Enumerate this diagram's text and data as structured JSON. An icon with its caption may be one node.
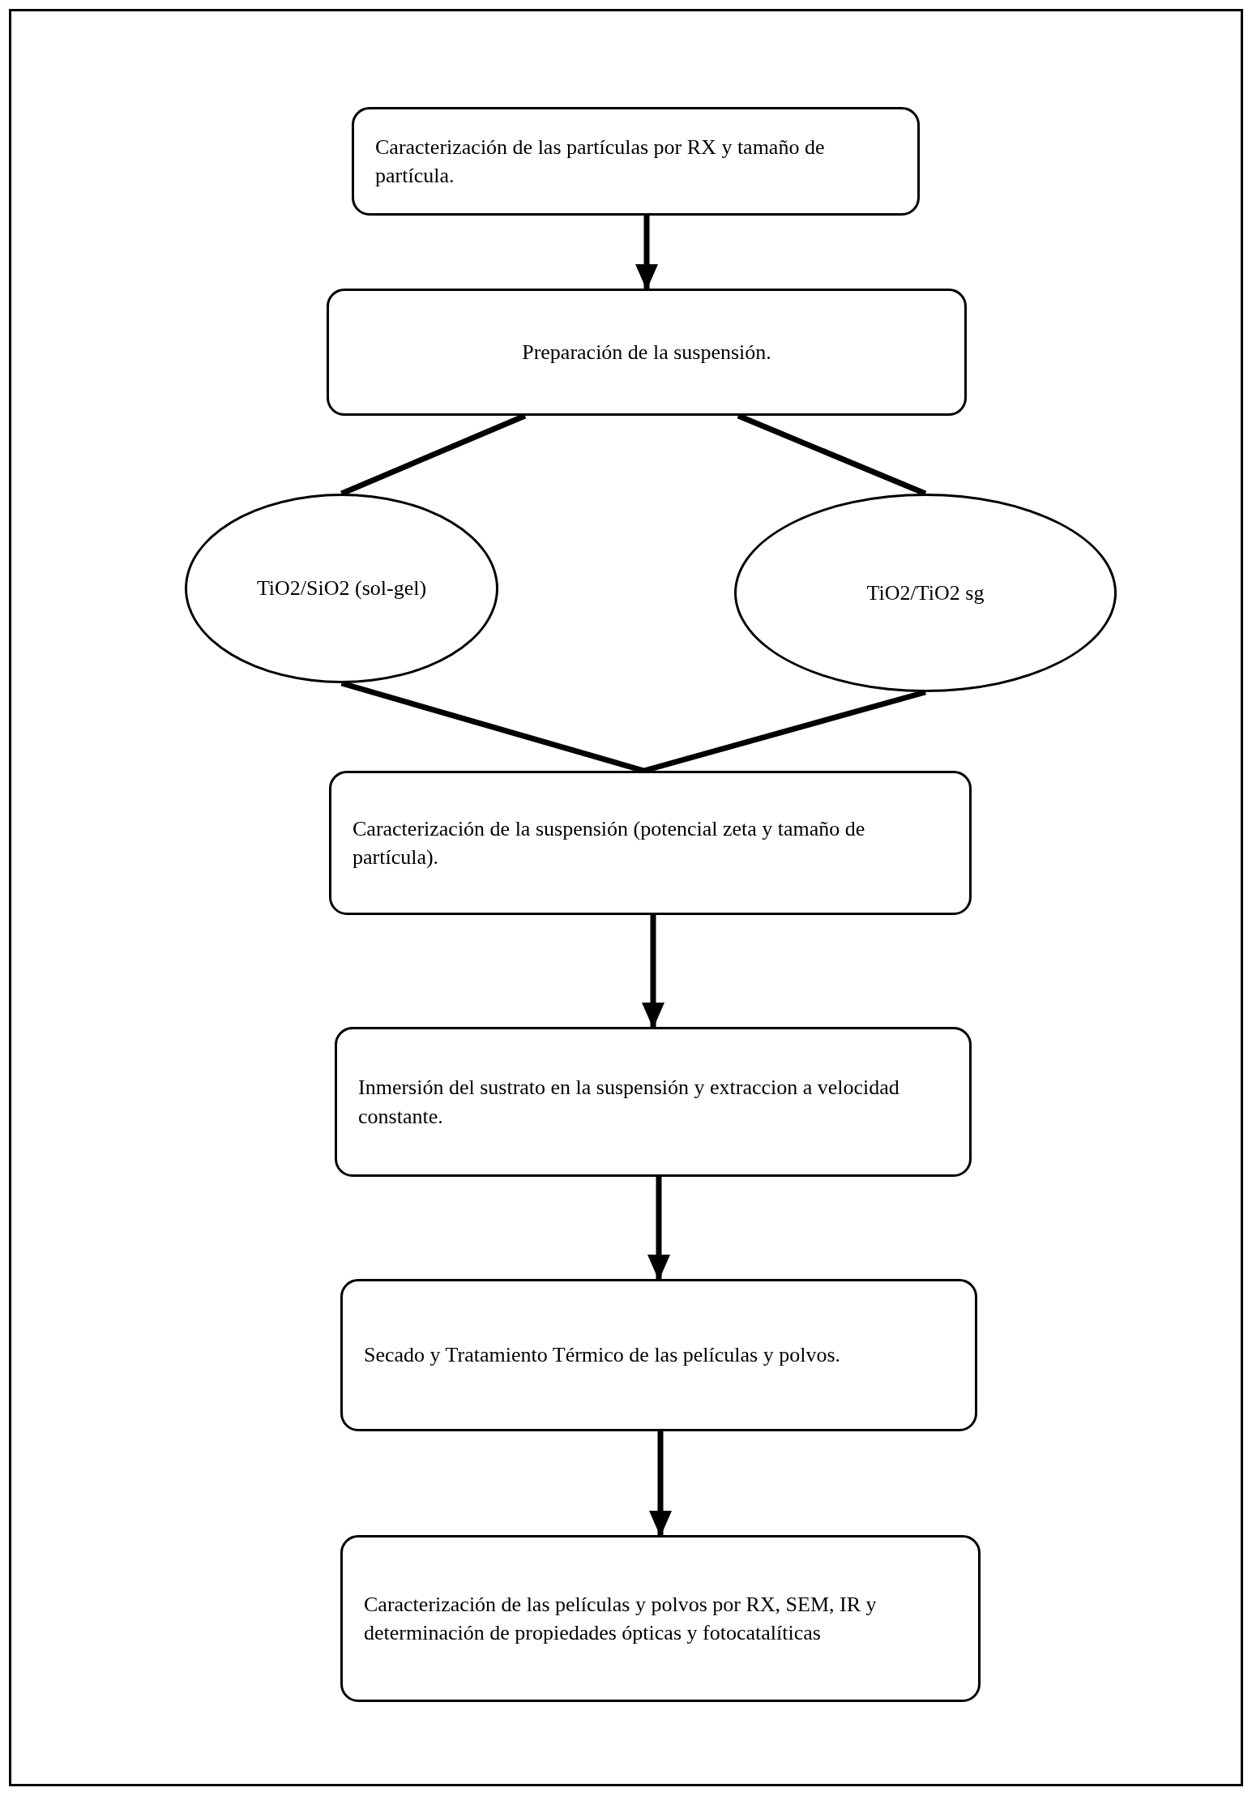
{
  "diagram": {
    "nodes": [
      {
        "text": [
          "Caracterización de las partículas por RX y tamaño de partícula."
        ]
      },
      {
        "text": [
          "Preparación de la suspensión."
        ]
      },
      {
        "text": [
          "TiO2/SiO2 (sol-gel)"
        ]
      },
      {
        "text": [
          "TiO2/TiO2 sg"
        ]
      },
      {
        "text": [
          "Caracterización de la suspensión (potencial zeta y tamaño de partícula)."
        ]
      },
      {
        "text": [
          "Inmersión del sustrato en la suspensión y extraccion a velocidad constante."
        ]
      },
      {
        "text": [
          "Secado y Tratamiento Térmico de las películas y polvos."
        ]
      },
      {
        "text": [
          "Caracterización de las películas y polvos por RX, SEM, IR y determinación de propiedades ópticas y fotocatalíticas"
        ]
      }
    ],
    "edges": [
      {
        "from": 0,
        "to": 1,
        "arrow": "to"
      },
      {
        "from": 1,
        "to": 2,
        "arrow": "none"
      },
      {
        "from": 1,
        "to": 3,
        "arrow": "none"
      },
      {
        "from": 2,
        "to": 4,
        "arrow": "none"
      },
      {
        "from": 3,
        "to": 4,
        "arrow": "none"
      },
      {
        "from": 4,
        "to": 5,
        "arrow": "to"
      },
      {
        "from": 5,
        "to": 6,
        "arrow": "to"
      },
      {
        "from": 6,
        "to": 7,
        "arrow": "to"
      }
    ]
  }
}
